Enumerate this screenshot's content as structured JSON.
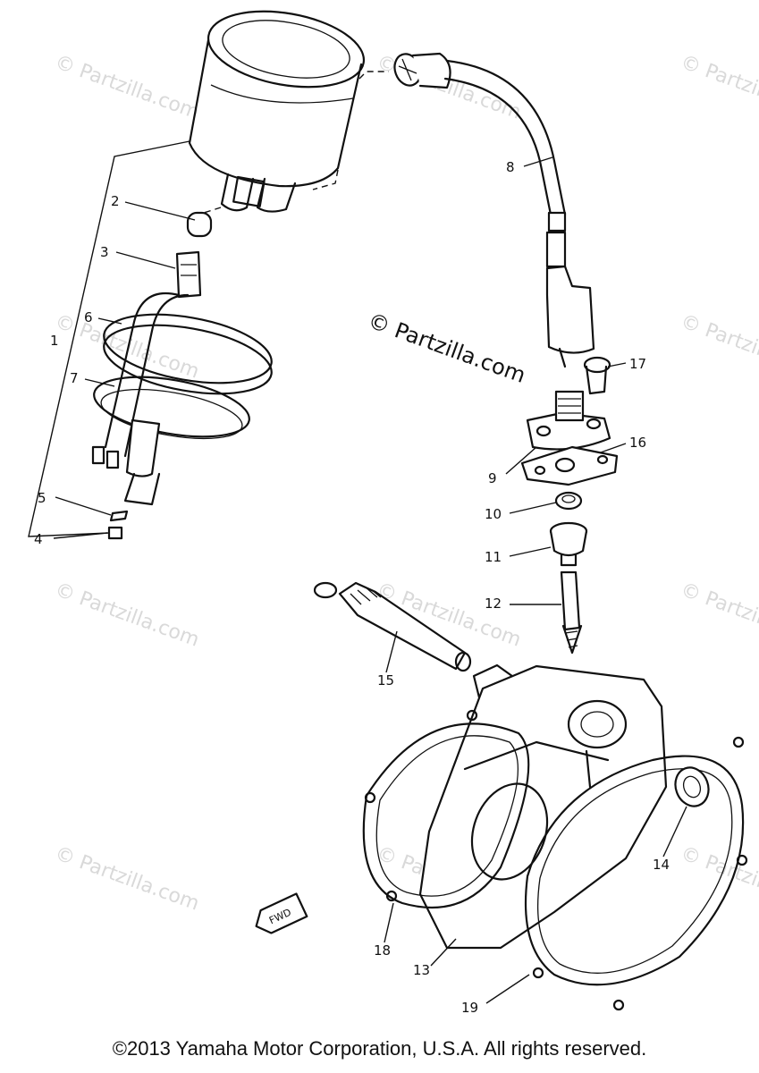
{
  "watermark": {
    "main": "© Partzilla.com",
    "faint": "© Partzilla.com"
  },
  "callouts": {
    "c1": "1",
    "c2": "2",
    "c3": "3",
    "c4": "4",
    "c5": "5",
    "c6": "6",
    "c7": "7",
    "c8": "8",
    "c9": "9",
    "c10": "10",
    "c11": "11",
    "c12": "12",
    "c13": "13",
    "c14": "14",
    "c15": "15",
    "c16": "16",
    "c17": "17",
    "c18": "18",
    "c19": "19"
  },
  "fwd_label": "FWD",
  "copyright": "©2013  Yamaha Motor Corporation, U.S.A. All rights reserved."
}
